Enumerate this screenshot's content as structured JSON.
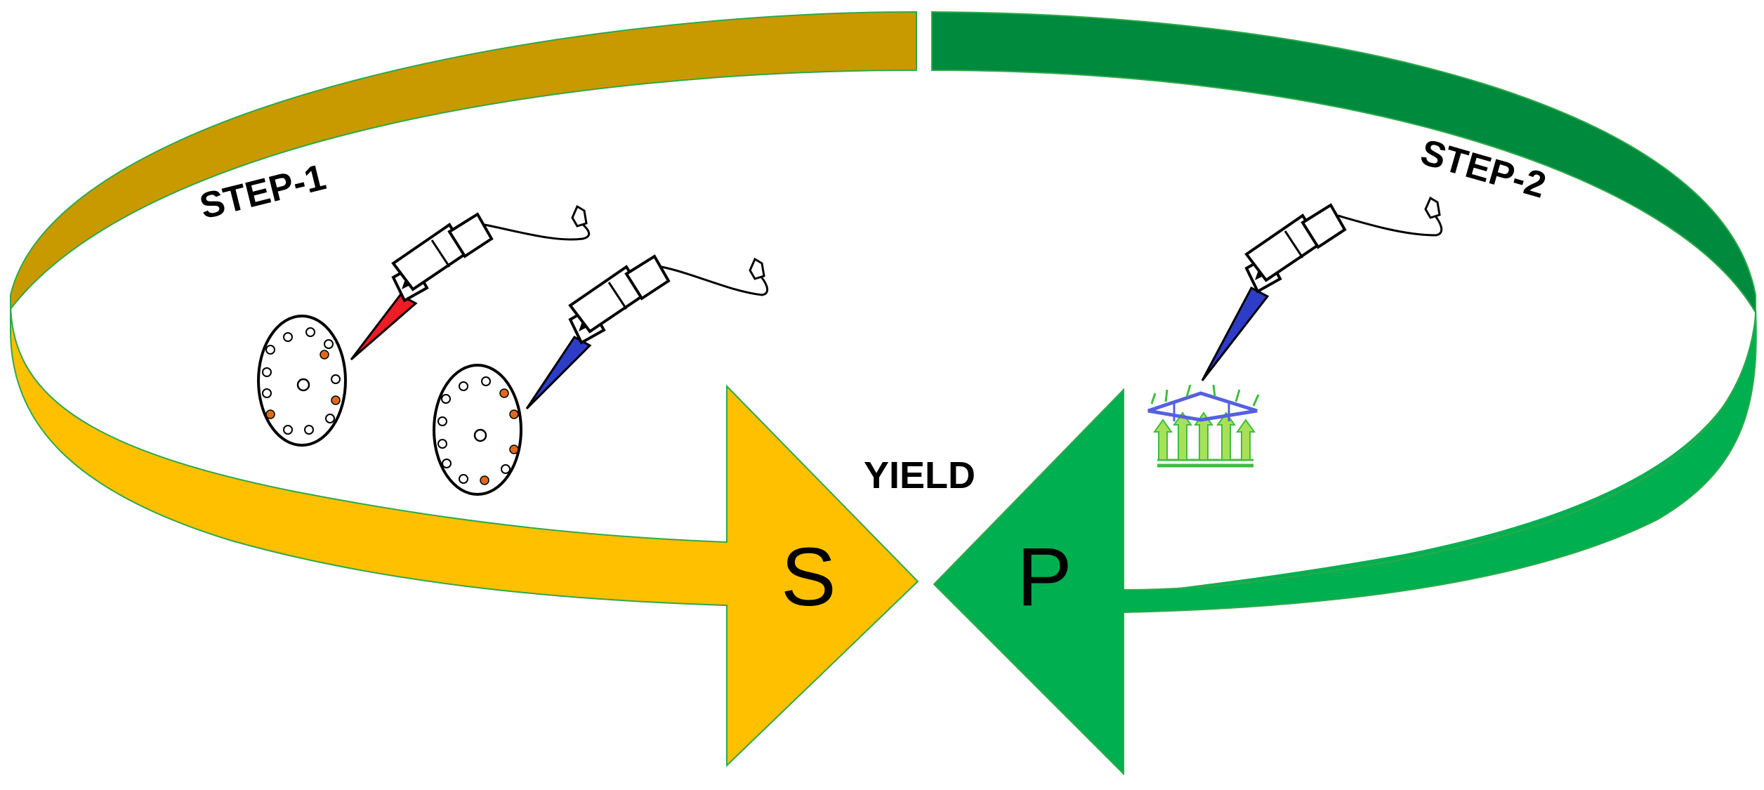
{
  "labels": {
    "step1": "STEP-1",
    "step2": "STEP-2",
    "yield": "YIELD",
    "s": "S",
    "p": "P"
  },
  "colors": {
    "step1_band_top": "#C89A00",
    "step1_band_bottom": "#FFC000",
    "step2_band_top": "#008A3E",
    "step2_band_bottom": "#00B050",
    "red_tip": "#EE1C25",
    "blue_tip": "#2E3DC8",
    "orange_dot": "#E06A1A",
    "lattice_blue": "#5560E0",
    "lattice_green": "#3DBE3D",
    "lattice_lime": "#A8E05A"
  },
  "icons": [
    "syringe-icon",
    "petri-dish-icon",
    "cell-lattice-icon"
  ]
}
